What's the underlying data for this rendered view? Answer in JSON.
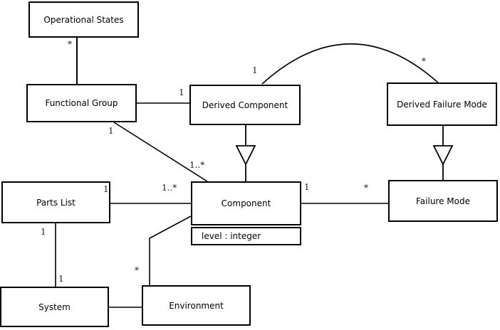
{
  "diagram": {
    "type": "uml-class-diagram",
    "nodes": [
      {
        "id": "operational-states",
        "label": "Operational States"
      },
      {
        "id": "functional-group",
        "label": "Functional Group"
      },
      {
        "id": "derived-component",
        "label": "Derived Component"
      },
      {
        "id": "derived-failure-mode",
        "label": "Derived Failure Mode"
      },
      {
        "id": "parts-list",
        "label": "Parts List"
      },
      {
        "id": "component",
        "label": "Component"
      },
      {
        "id": "failure-mode",
        "label": "Failure Mode"
      },
      {
        "id": "system",
        "label": "System"
      },
      {
        "id": "environment",
        "label": "Environment"
      }
    ],
    "component_attribute": "level : integer",
    "labels": [
      {
        "id": "mult-opstates-fg",
        "text": "*"
      },
      {
        "id": "mult-fg-dc",
        "text": "1"
      },
      {
        "id": "mult-fg-component-src",
        "text": "1"
      },
      {
        "id": "mult-arc-dc",
        "text": "1"
      },
      {
        "id": "mult-arc-dfm",
        "text": "*"
      },
      {
        "id": "mult-fg-component-dst",
        "text": "1..*"
      },
      {
        "id": "mult-partslist-comp-src",
        "text": "1"
      },
      {
        "id": "mult-partslist-comp-dst",
        "text": "1..*"
      },
      {
        "id": "mult-comp-fm-src",
        "text": "1"
      },
      {
        "id": "mult-comp-fm-dst",
        "text": "*"
      },
      {
        "id": "mult-partslist-sys-src",
        "text": "1"
      },
      {
        "id": "mult-partslist-sys-dst",
        "text": "1"
      },
      {
        "id": "mult-env-comp",
        "text": "*"
      }
    ],
    "colors": {
      "line": "#000000",
      "box_fill": "#ffffff",
      "text": "#000000"
    }
  }
}
